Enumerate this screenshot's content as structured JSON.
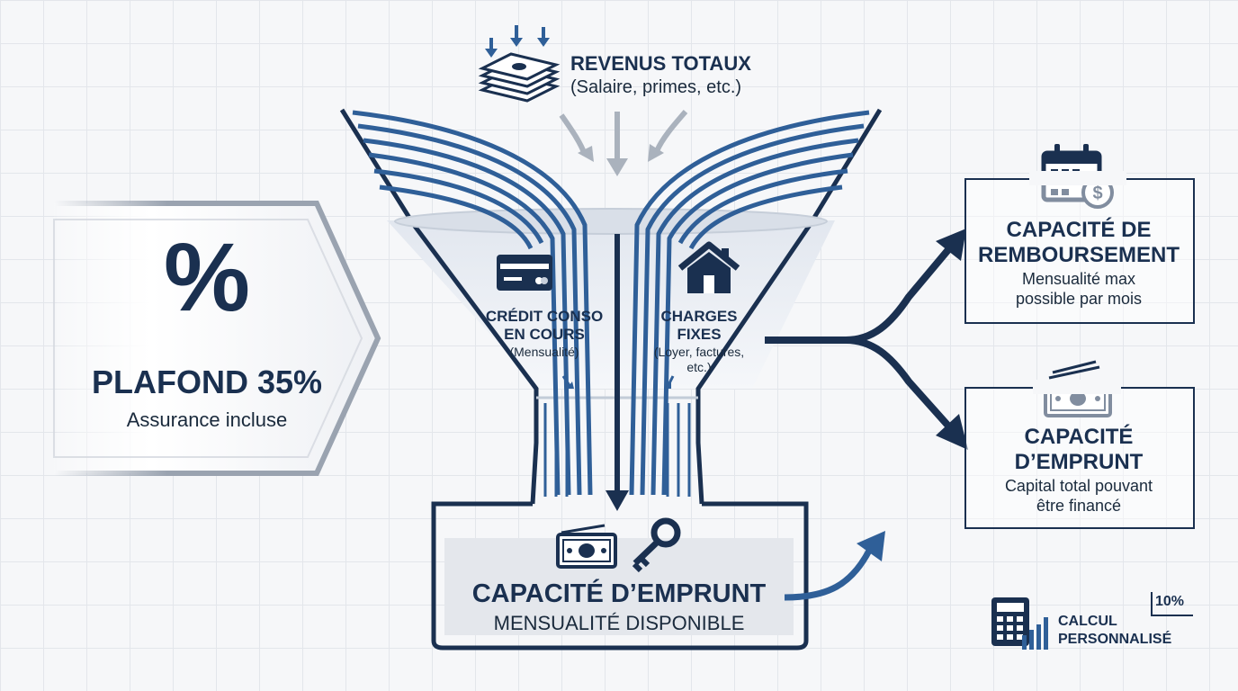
{
  "colors": {
    "navy": "#1a3050",
    "accent": "#2f5f98",
    "light": "#dfe4ec"
  },
  "income": {
    "title": "REVENUS TOTAUX",
    "subtitle": "(Salaire, primes, etc.)",
    "icon": "money-stack-icon"
  },
  "ceiling": {
    "symbol": "%",
    "title": "PLAFOND 35%",
    "subtitle": "Assurance incluse"
  },
  "deductions": [
    {
      "line1": "CRÉDIT CONSO",
      "line2": "EN COURS",
      "note": "(Mensualité)",
      "icon": "credit-card-icon"
    },
    {
      "line1": "CHARGES",
      "line2": "FIXES",
      "note1": "(Loyer, factures,",
      "note2": "etc.)",
      "icon": "house-icon"
    }
  ],
  "result": {
    "title": "CAPACITÉ D’EMPRUNT",
    "subtitle": "MENSUALITÉ DISPONIBLE",
    "icons": [
      "banknote-icon",
      "key-icon"
    ]
  },
  "outputs": [
    {
      "line1": "CAPACITÉ DE",
      "line2": "REMBOURSEMENT",
      "desc1": "Mensualité max",
      "desc2": "possible par mois",
      "icon": "calendar-dollar-icon"
    },
    {
      "line1": "CAPACITÉ",
      "line2": "D’EMPRUNT",
      "desc1": "Capital total pouvant",
      "desc2": "être financé",
      "icon": "banknote-icon"
    }
  ],
  "calculator": {
    "line1": "CALCUL",
    "line2": "PERSONNALISÉ",
    "rate": "10%",
    "icon": "calculator-icon"
  }
}
